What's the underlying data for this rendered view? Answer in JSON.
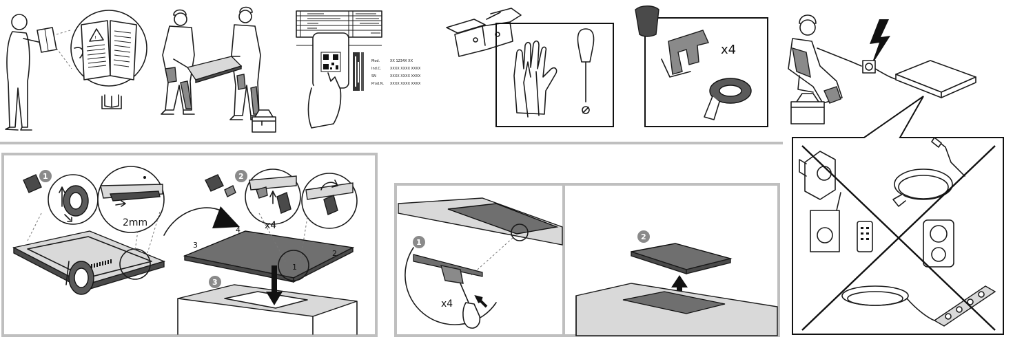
{
  "label_card": {
    "model_key": "Mod.",
    "model_val": "XX 1234X XX",
    "ind_key": "Ind.C.",
    "ind_val": "XXXX XXXX XXXX",
    "sn_key": "SN",
    "sn_val": "XXXX XXXX XXXX",
    "prod_key": "Prod.N.",
    "prod_val": "XXXX XXXX XXXX"
  },
  "kit": {
    "clip_count": "x4"
  },
  "install": {
    "gap_text": "2mm",
    "clip_count": "x4",
    "step1": "1",
    "step2": "2",
    "step3": "3",
    "corner1": "1",
    "corner2": "2",
    "corner3": "3",
    "corner4": "4"
  },
  "removal": {
    "step1": "1",
    "step2": "2",
    "clip_count": "x4"
  },
  "colors": {
    "panel_border": "#bfbfbf",
    "badge": "#8a8a8a",
    "cooktop": "#6f6f6f"
  }
}
